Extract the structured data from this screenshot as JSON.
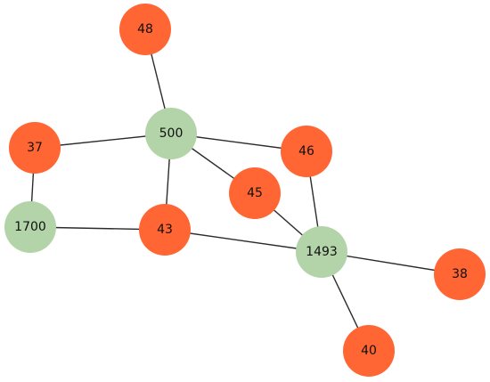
{
  "graph": {
    "colors": {
      "orange": "#ff6633",
      "green": "#b3d4a8"
    },
    "nodes": [
      {
        "id": "48",
        "label": "48",
        "color": "orange"
      },
      {
        "id": "500",
        "label": "500",
        "color": "green"
      },
      {
        "id": "37",
        "label": "37",
        "color": "orange"
      },
      {
        "id": "46",
        "label": "46",
        "color": "orange"
      },
      {
        "id": "45",
        "label": "45",
        "color": "orange"
      },
      {
        "id": "1700",
        "label": "1700",
        "color": "green"
      },
      {
        "id": "43",
        "label": "43",
        "color": "orange"
      },
      {
        "id": "1493",
        "label": "1493",
        "color": "green"
      },
      {
        "id": "38",
        "label": "38",
        "color": "orange"
      },
      {
        "id": "40",
        "label": "40",
        "color": "orange"
      }
    ],
    "edges": [
      [
        "48",
        "500"
      ],
      [
        "500",
        "37"
      ],
      [
        "500",
        "46"
      ],
      [
        "500",
        "45"
      ],
      [
        "500",
        "43"
      ],
      [
        "37",
        "1700"
      ],
      [
        "1700",
        "43"
      ],
      [
        "43",
        "1493"
      ],
      [
        "45",
        "1493"
      ],
      [
        "46",
        "1493"
      ],
      [
        "1493",
        "38"
      ],
      [
        "1493",
        "40"
      ]
    ]
  }
}
